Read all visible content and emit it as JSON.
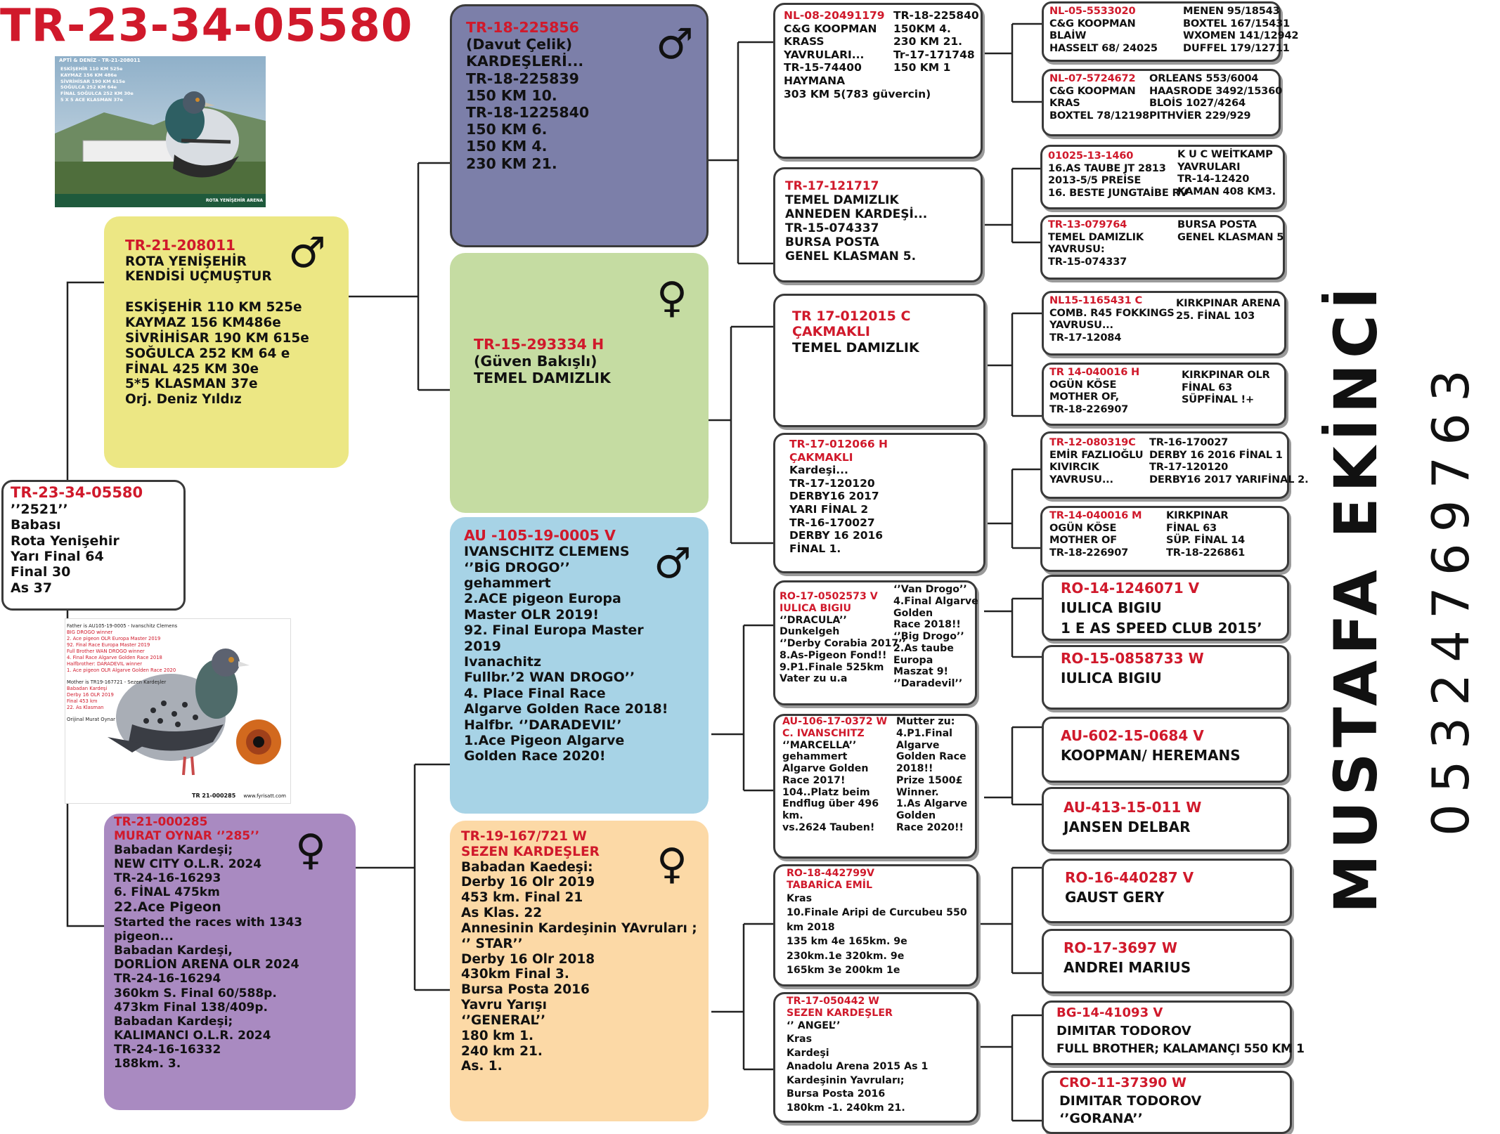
{
  "title": "TR-23-34-05580",
  "owner_name": "MUSTAFA EKİNCİ",
  "owner_phone": "05324769763",
  "colors": {
    "red": "#d0192b",
    "sire_yellow": "#ece784",
    "grand_sire_blue": "#7c7fa9",
    "grand_dam_green": "#c5dca2",
    "sire_light_blue": "#a7d3e6",
    "dam_orange": "#fcd9a6",
    "dam_purple": "#a98ac1"
  },
  "icons": {
    "male": "♂",
    "female": "♀"
  },
  "photo1": {
    "caption": "APTİ & DENİZ - TR-21-208011",
    "stats": [
      {
        "race": "ESKİŞEHİR",
        "km": "110 KM",
        "res": "525e"
      },
      {
        "race": "KAYMAZ",
        "km": "156 KM",
        "res": "486e"
      },
      {
        "race": "SİVRİHİSAR",
        "km": "190 KM",
        "res": "615e"
      },
      {
        "race": "SOĞULCA",
        "km": "252 KM",
        "res": "64e"
      },
      {
        "race": "FİNAL SOĞULCA",
        "km": "252 KM",
        "res": "30e"
      },
      {
        "race": "5 X 5 ACE KLASMAN",
        "km": "",
        "res": "37e"
      }
    ],
    "arena": "ROTA YENİŞEHİR ARENA"
  },
  "photo2": {
    "lines": [
      "Father is AU105-19-0005 - Ivanschitz Clemens",
      "BIG DROGO winner",
      "2. Ace pigeon OLR Europa Master 2019",
      "92. Final Race Europa Master 2019",
      "Full Brother WAN DROGO winner",
      "4. Final Race Algarve Golden Race 2018",
      "Halfbrother: DARADEVIL winner",
      "1. Ace pigeon OLR Algarve Golden Race 2020",
      "",
      "Mother is TR19-167721 - Sezen Kardeşler",
      "Babadan Kardeşi",
      "Derby 16 OLR 2019",
      "Final 453 km",
      "22. As Klasman",
      "",
      "Orijinal Murat Oynar"
    ],
    "ring": "TR 21-000285",
    "site": "www.fyrisatt.com"
  },
  "subject": {
    "lines": [
      "TR-23-34-05580",
      "’’2521’’",
      "Babası",
      "Rota Yenişehir",
      "Yarı Final  64",
      "Final 30",
      "As 37"
    ]
  },
  "sire": {
    "lines": [
      "TR-21-208011",
      "ROTA YENİŞEHİR",
      "KENDİSİ UÇMUŞTUR",
      "",
      "ESKİŞEHİR 110 KM 525e",
      "KAYMAZ  156 KM486e",
      "SİVRİHİSAR 190 KM 615e",
      "SOĞULCA 252 KM 64 e",
      "FİNAL 425 KM 30e",
      "5*5 KLASMAN 37e",
      "Orj. Deniz Yıldız"
    ]
  },
  "dam": {
    "lines": [
      "TR-21-000285",
      "MURAT OYNAR  ‘’285’’",
      "Babadan Kardeşi;",
      "NEW CITY O.L.R. 2024",
      "TR-24-16-16293",
      "6. FİNAL 475km",
      "22.Ace Pigeon",
      "Started the races with 1343",
      "pigeon...",
      "Babadan Kardeşi,",
      "DORLİON ARENA OLR 2024",
      "TR-24-16-16294",
      "360km S. Final 60/588p.",
      "473km Final 138/409p.",
      "Babadan Kardeşi;",
      "KALIMANCI O.L.R. 2024",
      "TR-24-16-16332",
      "188km.    3."
    ]
  },
  "gen2": [
    {
      "lines": [
        "TR-18-225856",
        "(Davut Çelik)",
        "KARDEŞLERİ...",
        "TR-18-225839",
        "150 KM 10.",
        "TR-18-1225840",
        "150 KM 6.",
        "150 KM 4.",
        "230 KM 21."
      ]
    },
    {
      "lines": [
        "TR-15-293334 H",
        "(Güven Bakışlı)",
        "TEMEL DAMIZLIK"
      ]
    },
    {
      "lines": [
        "AU -105-19-0005 V",
        "IVANSCHITZ CLEMENS",
        "‘’BİG DROGO’’",
        "gehammert",
        "2.ACE pigeon Europa",
        "Master OLR 2019!",
        "92. Final Europa Master",
        "2019",
        "Ivanachitz",
        "Fullbr.’2 WAN DROGO’’",
        "4. Place Final Race",
        "Algarve Golden Race 2018!",
        "Halfbr. ‘’DARADEVIL’’",
        "1.Ace Pigeon Algarve",
        "Golden Race 2020!"
      ]
    },
    {
      "lines": [
        "TR-19-167/721 W",
        "SEZEN KARDEŞLER",
        "Babadan Kaedeşi:",
        "Derby 16 Olr 2019",
        "453 km. Final 21",
        "As Klas.  22",
        "Annesinin Kardeşinin YAvruları ;",
        "‘’ STAR’’",
        "Derby 16 Olr 2018",
        "430km Final 3.",
        "Bursa Posta 2016",
        "Yavru Yarışı",
        "‘’GENERAL’’",
        "180 km  1.",
        "240 km 21.",
        "As.  1."
      ]
    }
  ],
  "gen3": [
    {
      "left": [
        "NL-08-20491179",
        "C&G KOOPMAN",
        "KRASS",
        "YAVRULARI...",
        "TR-15-74400",
        "HAYMANA",
        "303 KM 5(783 güvercin)"
      ],
      "right": [
        "TR-18-225840",
        "150KM 4.",
        "230 KM 21.",
        "Tr-17-171748",
        "150 KM 1"
      ]
    },
    {
      "left": [
        "TR-17-121717",
        "TEMEL DAMIZLIK",
        "ANNEDEN KARDEŞİ...",
        "TR-15-074337",
        "BURSA POSTA",
        "GENEL KLASMAN 5."
      ],
      "right": []
    },
    {
      "left": [
        "TR 17-012015 C",
        "ÇAKMAKLI",
        "TEMEL DAMIZLIK"
      ],
      "right": []
    },
    {
      "left": [
        "TR-17-012066 H",
        "ÇAKMAKLI",
        "Kardeşi...",
        "TR-17-120120",
        "DERBY16 2017",
        "YARI FİNAL 2",
        "TR-16-170027",
        "DERBY 16 2016",
        "FİNAL 1."
      ],
      "right": []
    },
    {
      "left": [
        "RO-17-0502573 V",
        "IULICA BIGIU",
        "‘’DRACULA’’",
        "Dunkelgeh",
        "‘’Derby Corabia 2017’’",
        "8.As-Pigeon Fond!!",
        "9.P1.Finale 525km",
        "Vater zu u.a"
      ],
      "right": [
        "‘’Van Drogo’’",
        "4.Final Algarve",
        "Golden",
        "Race 2018!!",
        "‘’Big Drogo’’",
        "2.As taube",
        "Europa",
        "Maszat 9!",
        "‘’Daradevil’’"
      ]
    },
    {
      "left": [
        "AU-106-17-0372 W",
        "C. IVANSCHITZ",
        "‘’MARCELLA’’",
        "gehammert",
        "Algarve Golden",
        "Race 2017!",
        "104..Platz beim",
        "Endflug über 496",
        "km.",
        "vs.2624 Tauben!"
      ],
      "right": [
        "Mutter zu:",
        "4.P1.Final",
        "Algarve",
        "Golden Race",
        "2018!!",
        "Prize 1500£",
        "Winner.",
        "1.As Algarve",
        "Golden",
        "Race 2020!!"
      ]
    },
    {
      "left": [
        "RO-18-442799V",
        "TABARİCA EMİL",
        "Kras",
        "10.Finale Aripi de Curcubeu 550",
        "km 2018",
        "135 km 4e 165km. 9e",
        "230km.1e 320km. 9e",
        "165km 3e       200km 1e"
      ],
      "right": []
    },
    {
      "left": [
        "TR-17-050442 W",
        "SEZEN KARDEŞLER",
        "‘’ ANGEL’’",
        "Kras",
        "Kardeşi",
        "Anadolu Arena 2015 As 1",
        "Kardeşinin Yavruları;",
        "Bursa Posta 2016",
        "180km -1.          240km 21."
      ],
      "right": []
    }
  ],
  "gen4": [
    {
      "left": [
        "NL-05-5533020",
        "C&G KOOPMAN",
        "BLAİW",
        "HASSELT 68/ 24025"
      ],
      "right": [
        "MENEN  95/18543",
        "BOXTEL  167/15431",
        "WXOMEN 141/12942",
        "DUFFEL  179/12711"
      ]
    },
    {
      "left": [
        "NL-07-5724672",
        "C&G KOOPMAN",
        "KRAS",
        "BOXTEL  78/12198"
      ],
      "right": [
        "ORLEANS  553/6004",
        "HAASRODE  3492/15360",
        "BLOİS 1027/4264",
        "PITHVİER  229/929"
      ]
    },
    {
      "left": [
        "01025-13-1460",
        "16.AS TAUBE JT 2813",
        "2013-5/5 PREİSE",
        "16. BESTE JUNGTAİBE RV"
      ],
      "right": [
        "K U C WEİTKAMP",
        "YAVRULARI",
        "TR-14-12420",
        "KAMAN 408 KM3."
      ]
    },
    {
      "left": [
        "TR-13-079764",
        "TEMEL DAMIZLIK",
        "YAVRUSU:",
        "TR-15-074337"
      ],
      "right": [
        "",
        "BURSA POSTA",
        "GENEL KLASMAN 5"
      ]
    },
    {
      "left": [
        "NL15-1165431 C",
        "COMB. R45 FOKKINGS",
        "YAVRUSU...",
        "TR-17-12084"
      ],
      "right": [
        "KIRKPINAR ARENA",
        "25. FİNAL 103"
      ]
    },
    {
      "left": [
        "TR 14-040016 H",
        "OGÜN KÖSE",
        "MOTHER OF,",
        "TR-18-226907"
      ],
      "right": [
        "KIRKPINAR OLR",
        "FİNAL 63",
        "SÜPFİNAL !+"
      ]
    },
    {
      "left": [
        "TR-12-080319C",
        "EMİR FAZLIOĞLU",
        "KIVIRCIK",
        "YAVRUSU..."
      ],
      "right": [
        "TR-16-170027",
        "DERBY 16 2016 FİNAL 1",
        "TR-17-120120",
        "DERBY16 2017 YARIFİNAL 2."
      ]
    },
    {
      "left": [
        "TR-14-040016 M",
        "OGÜN KÖSE",
        "MOTHER OF",
        "TR-18-226907"
      ],
      "right": [
        "KIRKPINAR",
        "FİNAL 63",
        "SÜP. FİNAL 14",
        "TR-18-226861"
      ]
    },
    {
      "lines": [
        "RO-14-1246071 V",
        "IULICA BIGIU",
        "1 E AS SPEED CLUB  2015’"
      ]
    },
    {
      "lines": [
        "RO-15-0858733 W",
        "IULICA BIGIU"
      ]
    },
    {
      "lines": [
        "AU-602-15-0684 V",
        "KOOPMAN/ HEREMANS"
      ]
    },
    {
      "lines": [
        "AU-413-15-011 W",
        "JANSEN DELBAR"
      ]
    },
    {
      "lines": [
        "RO-16-440287 V",
        "GAUST GERY"
      ]
    },
    {
      "lines": [
        "RO-17-3697 W",
        "ANDREI MARIUS"
      ]
    },
    {
      "lines": [
        "BG-14-41093 V",
        "DIMITAR TODOROV",
        "FULL BROTHER; KALAMANÇI 550 KM 1"
      ]
    },
    {
      "lines": [
        "CRO-11-37390 W",
        "DIMITAR TODOROV",
        "‘’GORANA’’"
      ]
    }
  ]
}
